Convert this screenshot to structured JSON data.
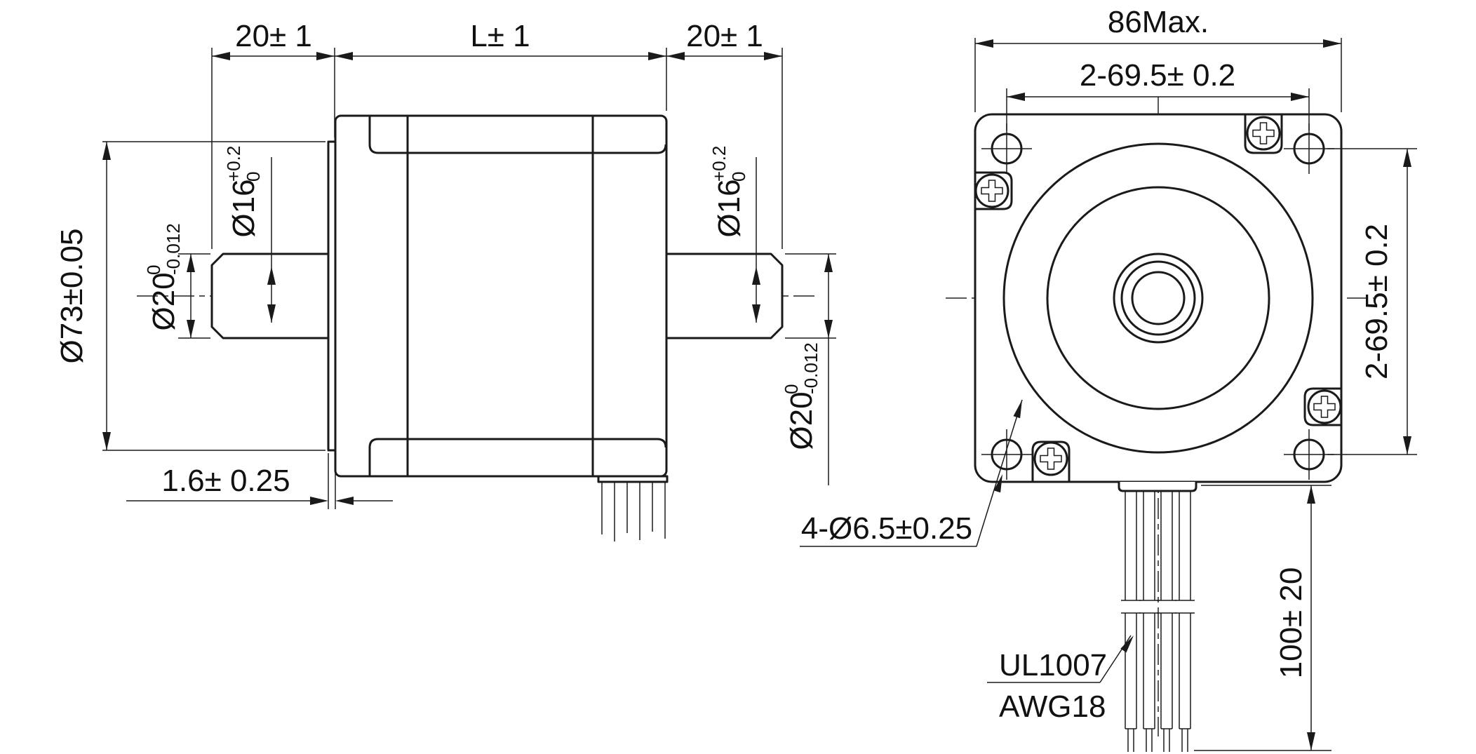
{
  "drawing": {
    "type": "stepper-motor dimensional drawing",
    "colors": {
      "background": "#ffffff",
      "line": "#1a1a1a",
      "thin_line": "#222222",
      "hidden_line": "#555555"
    },
    "side_view": {
      "dim_front_shaft_length": "20± 1",
      "dim_body_length": "L± 1",
      "dim_rear_shaft_length": "20± 1",
      "dim_pilot_diameter": "Ø73±0.05",
      "dim_front_flat": {
        "main": "Ø16",
        "sup": "+0.2",
        "sub": "0"
      },
      "dim_rear_flat": {
        "main": "Ø16",
        "sup": "+0.2",
        "sub": "0"
      },
      "dim_front_shaft_diameter": {
        "main": "Ø20",
        "sup": "0",
        "sub": "-0.012"
      },
      "dim_rear_shaft_diameter": {
        "main": "Ø20",
        "sup": "0",
        "sub": "-0.012"
      },
      "dim_flange_thickness": "1.6± 0.25"
    },
    "front_view": {
      "dim_frame_width": "86Max.",
      "dim_hole_spacing_horizontal": "2-69.5± 0.2",
      "dim_hole_spacing_vertical": "2-69.5± 0.2",
      "dim_mounting_holes": "4-Ø6.5±0.25",
      "dim_lead_length": "100± 20",
      "wire_spec": {
        "line1": "UL1007",
        "line2": "AWG18"
      }
    }
  }
}
